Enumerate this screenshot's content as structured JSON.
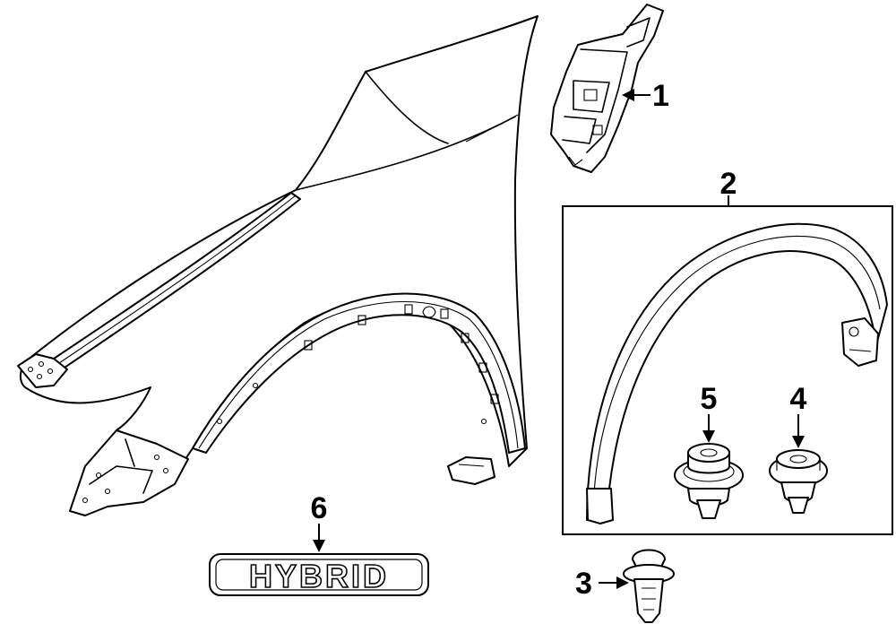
{
  "callouts": {
    "c1": "1",
    "c2": "2",
    "c3": "3",
    "c4": "4",
    "c5": "5",
    "c6": "6"
  },
  "badge": {
    "text": "HYBRID"
  },
  "colors": {
    "line": "#000000",
    "background": "#ffffff"
  }
}
